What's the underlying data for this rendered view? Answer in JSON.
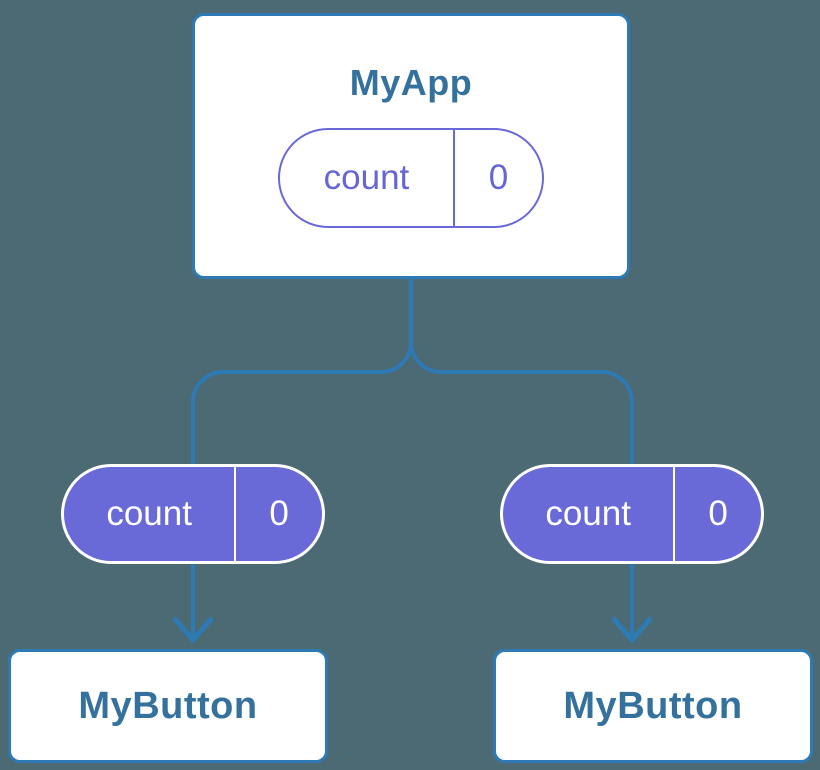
{
  "diagram": {
    "root": {
      "title": "MyApp",
      "state": {
        "label": "count",
        "value": "0"
      }
    },
    "children": [
      {
        "title": "MyButton",
        "prop": {
          "label": "count",
          "value": "0"
        }
      },
      {
        "title": "MyButton",
        "prop": {
          "label": "count",
          "value": "0"
        }
      }
    ],
    "colors": {
      "background": "#4c6a73",
      "connector": "#2d7ab5",
      "card_background": "#ffffff",
      "card_border": "#2d7ab5",
      "title_text": "#34719d",
      "pill_purple": "#6969d8",
      "pill_text_on_fill": "#ffffff"
    }
  }
}
